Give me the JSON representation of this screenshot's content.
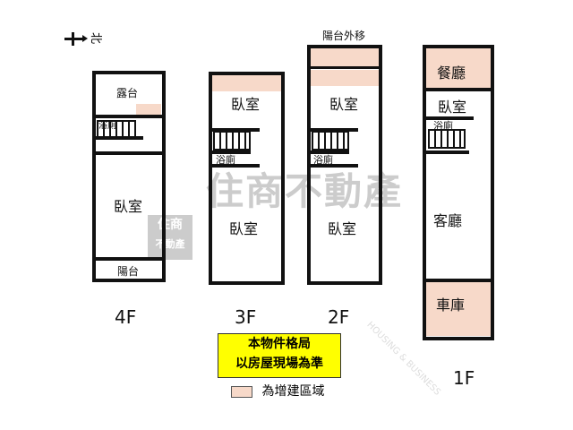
{
  "compass": {
    "label": "北"
  },
  "watermark": {
    "brand": "住商不動產",
    "logo_top": "住商",
    "logo_bottom": "不動產",
    "english": "HOUSING & BUSINESS"
  },
  "floors": [
    {
      "label": "4F",
      "rooms": [
        "露台",
        "浴廁",
        "臥室",
        "陽台"
      ]
    },
    {
      "label": "3F",
      "rooms": [
        "臥室",
        "浴廁",
        "臥室"
      ]
    },
    {
      "label": "2F",
      "note": "陽台外移",
      "rooms": [
        "臥室",
        "浴廁",
        "臥室"
      ]
    },
    {
      "label": "1F",
      "rooms": [
        "餐廳",
        "臥室",
        "浴廁",
        "客廳",
        "車庫"
      ]
    }
  ],
  "notice": {
    "line1": "本物件格局",
    "line2": "以房屋現場為準"
  },
  "legend": {
    "label": "為增建區域",
    "color": "#f7d9c9"
  }
}
